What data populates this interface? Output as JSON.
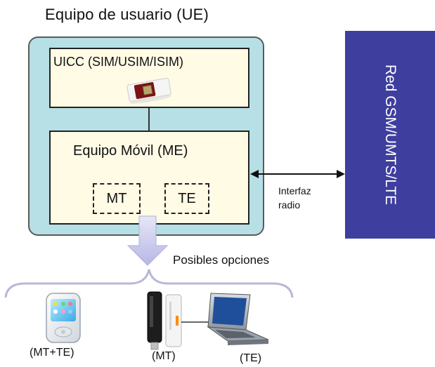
{
  "ue_title": "Equipo de usuario (UE)",
  "uicc_label": "UICC (SIM/USIM/ISIM)",
  "me_label": "Equipo Móvil (ME)",
  "mt_label": "MT",
  "te_label": "TE",
  "network_label": "Red GSM/UMTS/LTE",
  "interface_label": [
    "Interfaz",
    "radio"
  ],
  "options_label": "Posibles opciones",
  "captions": {
    "mt_te": "(MT+TE)",
    "mt": "(MT)",
    "te": "(TE)"
  },
  "colors": {
    "ue_fill": "#b6e0e5",
    "inner_fill": "#fffbe5",
    "network_fill": "#3e3e9f",
    "arrow_fill": "#c8c8ee",
    "brace": "#b7b7d8"
  }
}
